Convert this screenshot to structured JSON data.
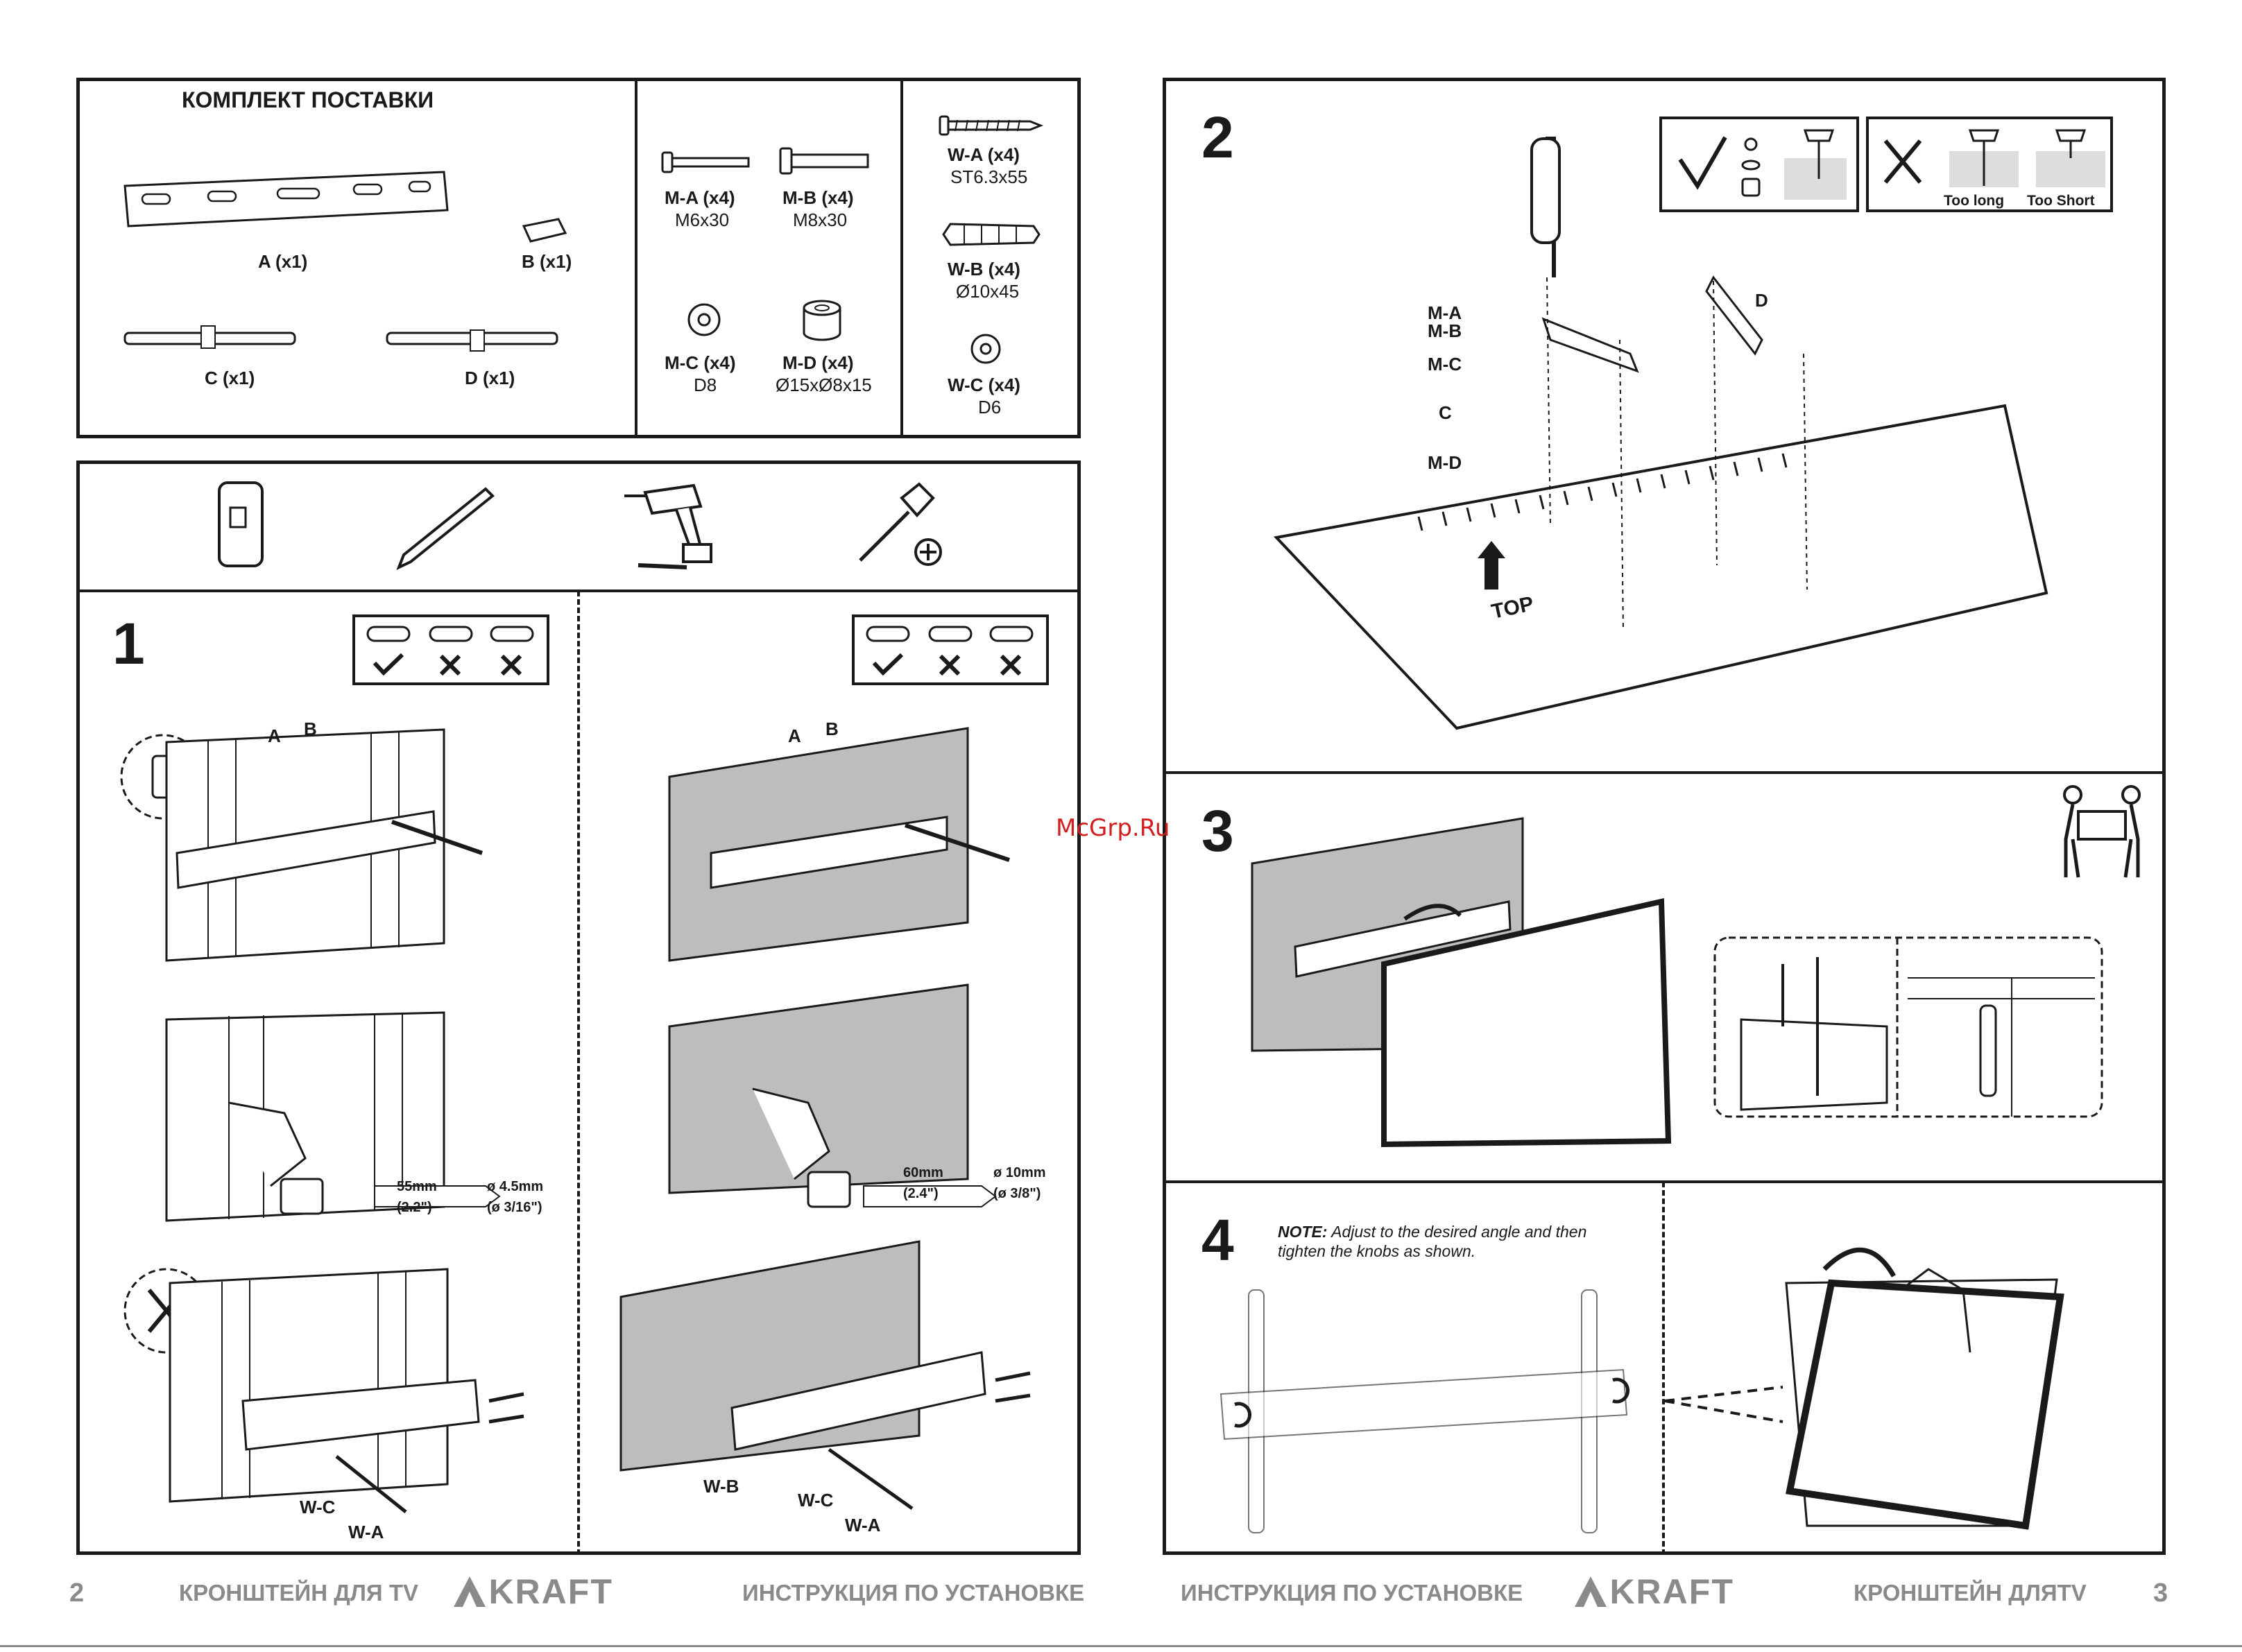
{
  "kit": {
    "title": "КОМПЛЕКТ ПОСТАВКИ",
    "parts": [
      {
        "label": "A (x1)"
      },
      {
        "label": "B (x1)"
      },
      {
        "label": "C (x1)"
      },
      {
        "label": "D (x1)"
      }
    ],
    "hardware": [
      {
        "label": "M-A (x4)",
        "size": "M6x30"
      },
      {
        "label": "M-B (x4)",
        "size": "M8x30"
      },
      {
        "label": "M-C (x4)",
        "size": "D8"
      },
      {
        "label": "M-D (x4)",
        "size": "Ø15xØ8x15"
      },
      {
        "label": "W-A (x4)",
        "size": "ST6.3x55"
      },
      {
        "label": "W-B (x4)",
        "size": "Ø10x45"
      },
      {
        "label": "W-C (x4)",
        "size": "D6"
      }
    ]
  },
  "tools": [
    "stud-finder-icon",
    "pencil-icon",
    "drill-icon",
    "screwdriver-icon"
  ],
  "step1": {
    "number": "1",
    "labels": {
      "a": "A",
      "b": "B",
      "wb": "W-B",
      "wc": "W-C",
      "wa": "W-A"
    },
    "wood": {
      "spacing": "55mm",
      "spacing_in": "(2.2\")",
      "bit": "ø 4.5mm",
      "bit_in": "(ø 3/16\")"
    },
    "concrete": {
      "spacing": "60mm",
      "spacing_in": "(2.4\")",
      "bit": "ø 10mm",
      "bit_in": "(ø 3/8\")"
    }
  },
  "step2": {
    "number": "2",
    "labels": {
      "ma": "M-A",
      "mb": "M-B",
      "mc": "M-C",
      "c": "C",
      "md": "M-D",
      "d": "D"
    },
    "top_label": "TOP",
    "too_long": "Too long",
    "too_short": "Too Short"
  },
  "step3": {
    "number": "3",
    "watermark": "McGrp.Ru"
  },
  "step4": {
    "number": "4",
    "note_label": "NOTE:",
    "note_text": "Adjust to the desired angle and then tighten the knobs as shown."
  },
  "footer": {
    "left_page": "2",
    "left_title": "КРОНШТЕЙН ДЛЯ TV",
    "brand": "KRAFT",
    "left_sub": "ИНСТРУКЦИЯ ПО УСТАНОВКЕ",
    "right_sub": "ИНСТРУКЦИЯ ПО УСТАНОВКЕ",
    "right_title": "КРОНШТЕЙН ДЛЯTV",
    "right_page": "3"
  },
  "colors": {
    "ink": "#1a1a1a",
    "footer": "#8a8a8a",
    "concrete": "#bdbdbd",
    "watermark": "#d11f1f"
  }
}
